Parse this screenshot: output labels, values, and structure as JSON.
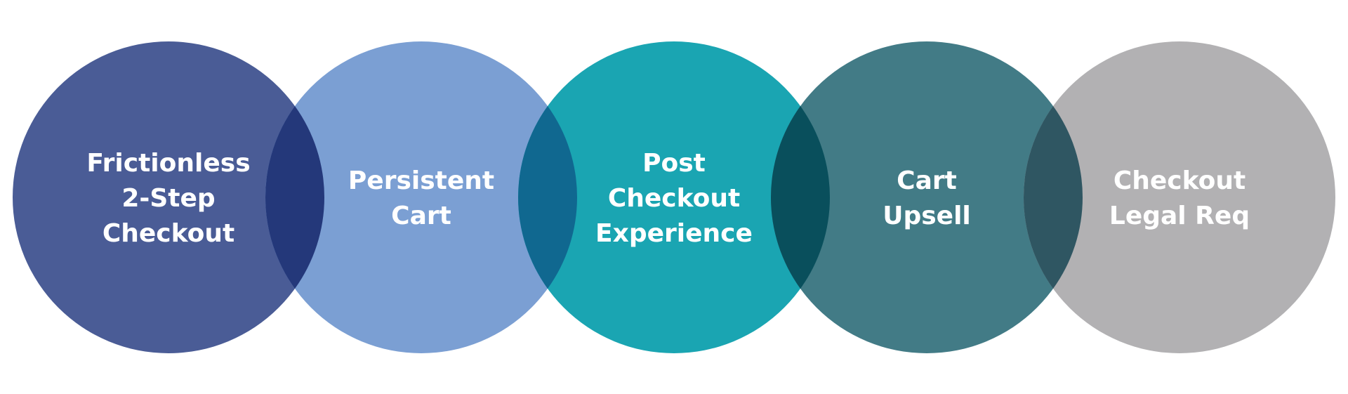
{
  "circles": [
    {
      "id": "frictionless-2-step-checkout",
      "lines": [
        "Frictionless",
        "2-Step",
        "Checkout"
      ],
      "color": "#4a5c96"
    },
    {
      "id": "persistent-cart",
      "lines": [
        "Persistent",
        "Cart"
      ],
      "color": "#7b9fd3"
    },
    {
      "id": "post-checkout-experience",
      "lines": [
        "Post",
        "Checkout",
        "Experience"
      ],
      "color": "#1aa5b2"
    },
    {
      "id": "cart-upsell",
      "lines": [
        "Cart",
        "Upsell"
      ],
      "color": "#427b86"
    },
    {
      "id": "checkout-legal-req",
      "lines": [
        "Checkout",
        "Legal Req"
      ],
      "color": "#b2b1b3"
    }
  ],
  "overlaps": [
    {
      "id": "overlap-1-2",
      "color": "#24387a"
    },
    {
      "id": "overlap-2-3",
      "color": "#106890"
    },
    {
      "id": "overlap-3-4",
      "color": "#094f5c"
    },
    {
      "id": "overlap-4-5",
      "color": "#2f5662"
    }
  ]
}
